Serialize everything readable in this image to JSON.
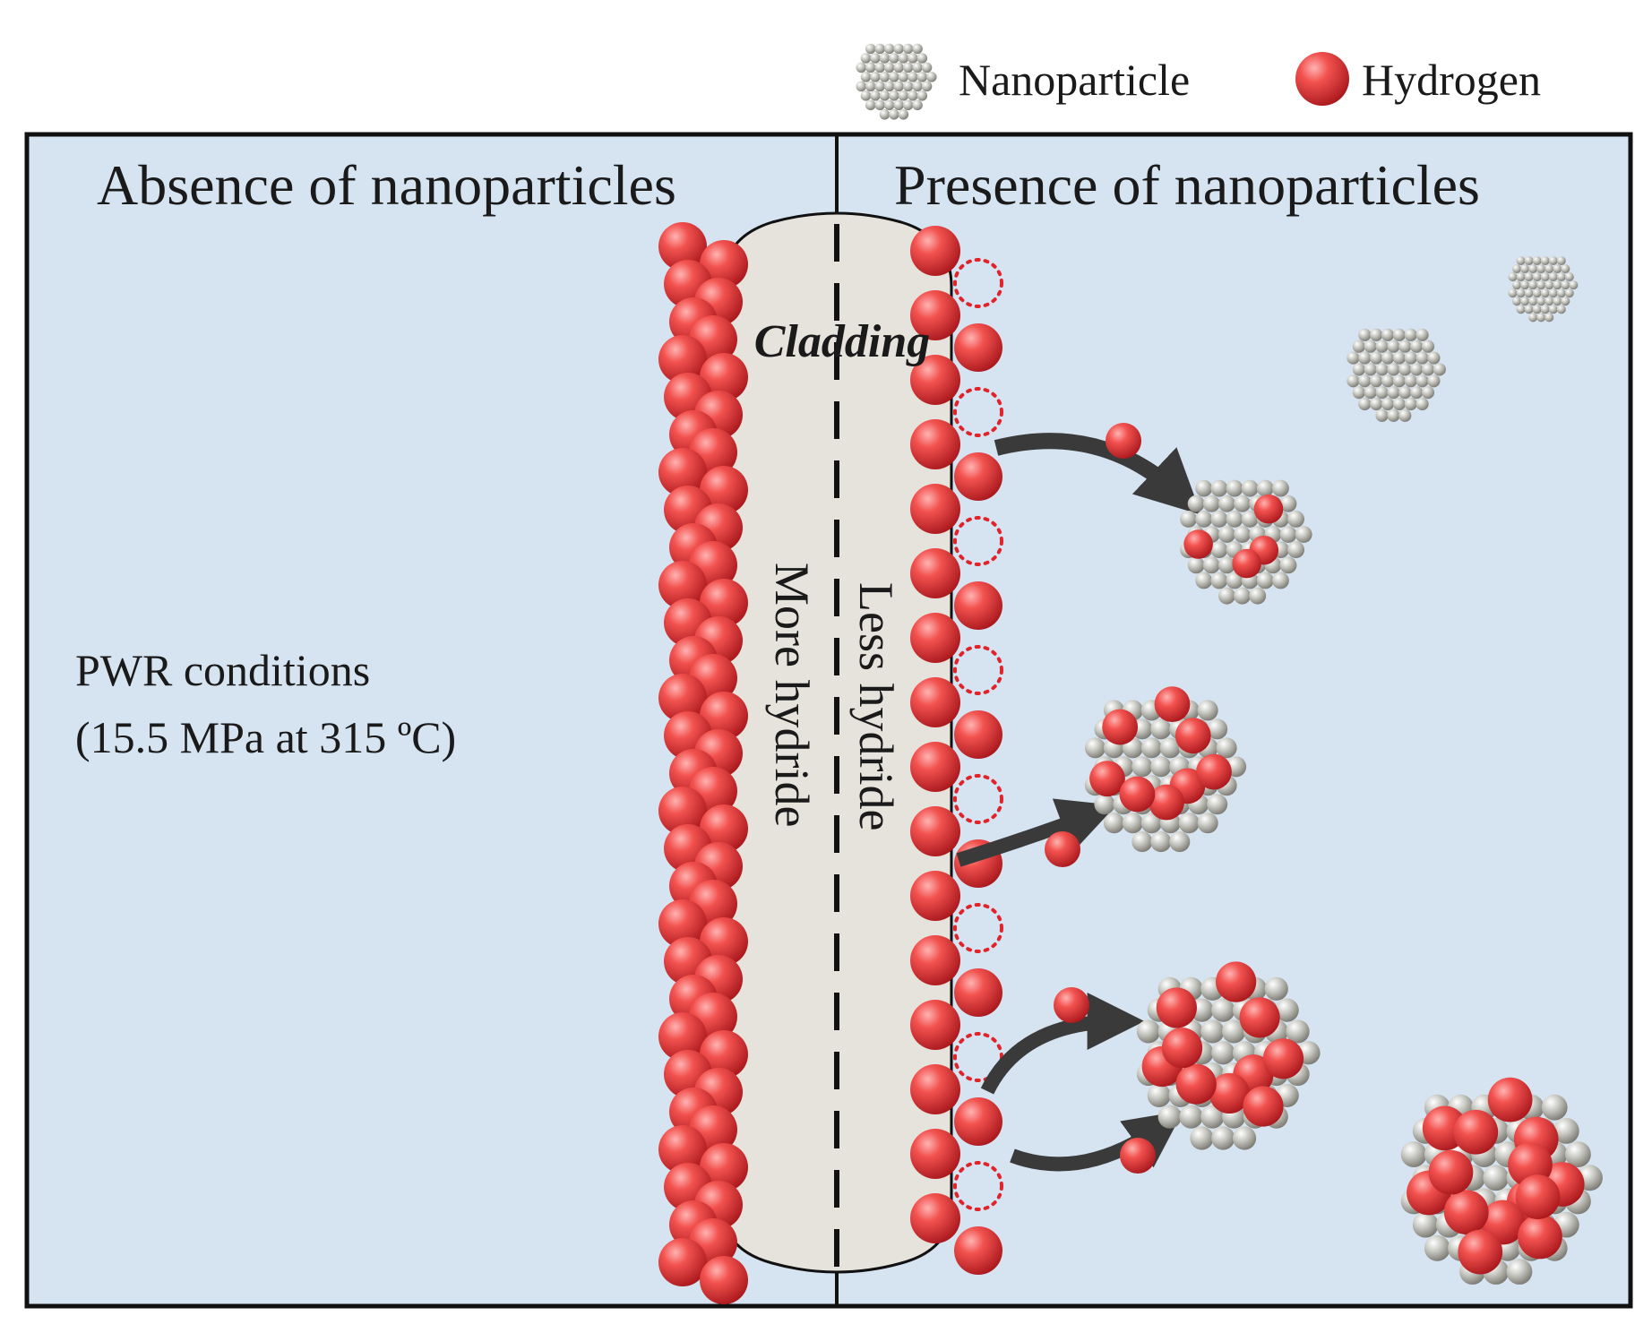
{
  "legend": {
    "nanoparticle_label": "Nanoparticle",
    "hydrogen_label": "Hydrogen"
  },
  "panels": {
    "left_title": "Absence of nanoparticles",
    "right_title": "Presence of nanoparticles"
  },
  "conditions": {
    "line1": "PWR conditions",
    "line2": "(15.5 MPa at 315 ºC)"
  },
  "cladding": {
    "label": "Cladding",
    "left_text": "More hydride",
    "right_text": "Less hydride"
  },
  "colors": {
    "background": "#d6e3f1",
    "cladding_fill": "#e6e3dc",
    "hydrogen": "#e8353a",
    "nanoparticle_atom": "#b9b9b2",
    "arrow": "#3a3a3a",
    "border": "#111111"
  }
}
